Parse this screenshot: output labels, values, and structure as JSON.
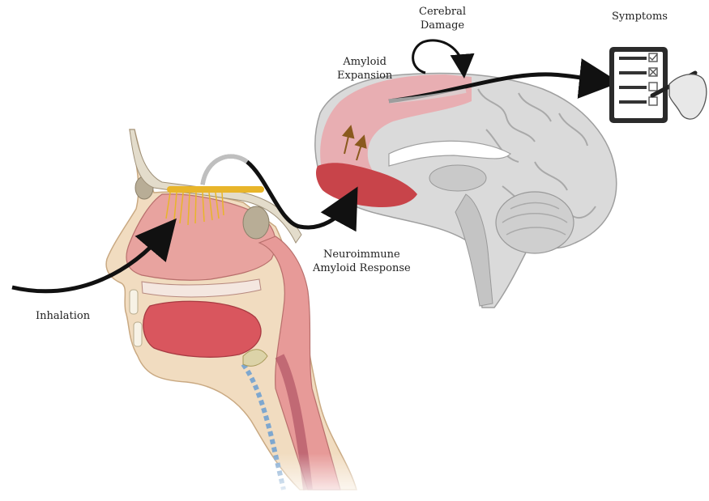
{
  "labels": {
    "inhalation": "Inhalation",
    "neuroimmune_line1": "Neuroimmune",
    "neuroimmune_line2": "Amyloid Response",
    "amyloid_line1": "Amyloid",
    "amyloid_line2": "Expansion",
    "cerebral_line1": "Cerebral",
    "cerebral_line2": "Damage",
    "symptoms": "Symptoms"
  },
  "colors": {
    "arrow": "#111111",
    "amyloid_region": "#e9a9ad",
    "neuroimmune_region": "#c8444a",
    "olfactory_nerve": "#e8b52a",
    "tissue_pink": "#e79a98",
    "brain_gray": "#d4d4d4"
  },
  "icons": [
    "clipboard-checklist-icon",
    "hand-with-pen-icon",
    "circular-arrow-icon"
  ]
}
